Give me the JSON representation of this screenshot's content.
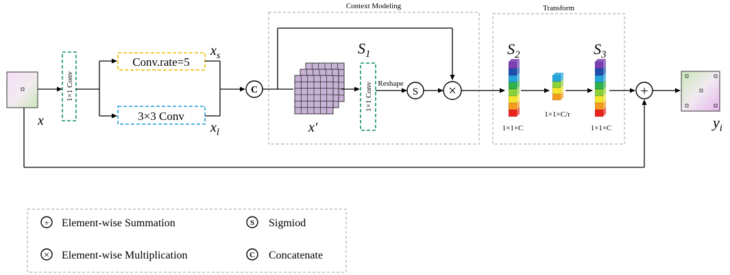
{
  "regions": {
    "context_modeling": "Context Modeling",
    "transform": "Transform"
  },
  "blocks": {
    "conv1x1_a": "1×1 Conv",
    "conv_rate": "Conv.rate=5",
    "conv3x3": "3×3 Conv",
    "conv1x1_b": "1×1 Conv",
    "reshape": "Reshape"
  },
  "symbols": {
    "x": "x",
    "x_s_base": "x",
    "x_s_sub": "s",
    "x_l_base": "x",
    "x_l_sub": "l",
    "x_prime": "x′",
    "s1_base": "S",
    "s1_sub": "1",
    "s2_base": "S",
    "s2_sub": "2",
    "s3_base": "S",
    "s3_sub": "3",
    "y_base": "y",
    "y_sub": "i"
  },
  "dims": {
    "s2": "1×1×C",
    "mid": "1×1×C/r",
    "s3": "1×1×C"
  },
  "operators": {
    "concat": "C",
    "sigmoid": "S",
    "multiply": "×",
    "sum": "+"
  },
  "colors": {
    "green_dash": "#2e9e73",
    "yellow_dash": "#f2c21b",
    "blue_dash": "#3aa8e0",
    "grid_fill": "#c8b2d6",
    "stack": [
      "#7b3fb3",
      "#1f4fae",
      "#24a4d9",
      "#2fb24a",
      "#8bd23a",
      "#f5e52e",
      "#f59a1f",
      "#e8221c"
    ],
    "mid_stack": [
      "#24a4d9",
      "#8bd23a",
      "#f5e52e",
      "#f59a1f"
    ]
  },
  "legend": {
    "items": [
      {
        "symbol": "+",
        "label": "Element-wise Summation"
      },
      {
        "symbol": "S",
        "label": "Sigmiod"
      },
      {
        "symbol": "×",
        "label": "Element-wise Multiplication"
      },
      {
        "symbol": "C",
        "label": "Concatenate"
      }
    ]
  }
}
